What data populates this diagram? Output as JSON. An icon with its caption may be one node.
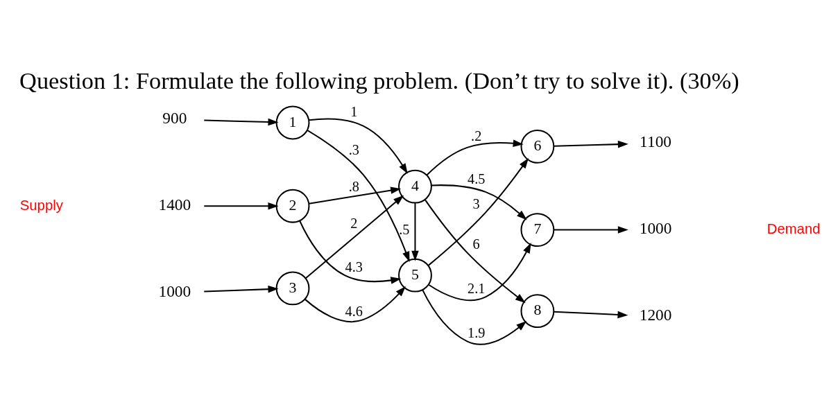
{
  "diagram": {
    "title": "Question 1: Formulate the following problem. (Don’t try to solve it). (30%)",
    "nodes": [
      {
        "text": [
          "900"
        ]
      },
      {
        "text": [
          "1400"
        ]
      },
      {
        "text": [
          "1000"
        ]
      },
      {
        "text": [
          "1"
        ]
      },
      {
        "text": [
          "2"
        ]
      },
      {
        "text": [
          "3"
        ]
      },
      {
        "text": [
          "4"
        ]
      },
      {
        "text": [
          "5"
        ]
      },
      {
        "text": [
          "6"
        ]
      },
      {
        "text": [
          "7"
        ]
      },
      {
        "text": [
          "8"
        ]
      },
      {
        "text": [
          "1100"
        ]
      },
      {
        "text": [
          "1000"
        ]
      },
      {
        "text": [
          "1200"
        ]
      }
    ],
    "edges": [
      {
        "from": 0,
        "to": 3,
        "arrow": "to"
      },
      {
        "from": 1,
        "to": 4,
        "arrow": "to"
      },
      {
        "from": 2,
        "to": 5,
        "arrow": "to"
      },
      {
        "from": 3,
        "to": 6,
        "arrow": "to",
        "label": "1"
      },
      {
        "from": 3,
        "to": 7,
        "arrow": "to",
        "label": ".3"
      },
      {
        "from": 4,
        "to": 6,
        "arrow": "to",
        "label": ".8"
      },
      {
        "from": 4,
        "to": 7,
        "arrow": "to",
        "label": "4.3"
      },
      {
        "from": 5,
        "to": 6,
        "arrow": "to",
        "label": "2"
      },
      {
        "from": 5,
        "to": 7,
        "arrow": "to",
        "label": "4.6"
      },
      {
        "from": 6,
        "to": 7,
        "arrow": "to",
        "label": ".5"
      },
      {
        "from": 6,
        "to": 8,
        "arrow": "to",
        "label": ".2"
      },
      {
        "from": 6,
        "to": 9,
        "arrow": "to",
        "label": "4.5"
      },
      {
        "from": 6,
        "to": 10,
        "arrow": "to",
        "label": "6"
      },
      {
        "from": 7,
        "to": 8,
        "arrow": "to",
        "label": "3"
      },
      {
        "from": 7,
        "to": 9,
        "arrow": "to",
        "label": "2.1"
      },
      {
        "from": 7,
        "to": 10,
        "arrow": "to",
        "label": "1.9"
      },
      {
        "from": 8,
        "to": 11,
        "arrow": "to"
      },
      {
        "from": 9,
        "to": 12,
        "arrow": "to"
      },
      {
        "from": 10,
        "to": 13,
        "arrow": "to"
      }
    ],
    "labels": [
      "Supply",
      "Demand"
    ]
  }
}
